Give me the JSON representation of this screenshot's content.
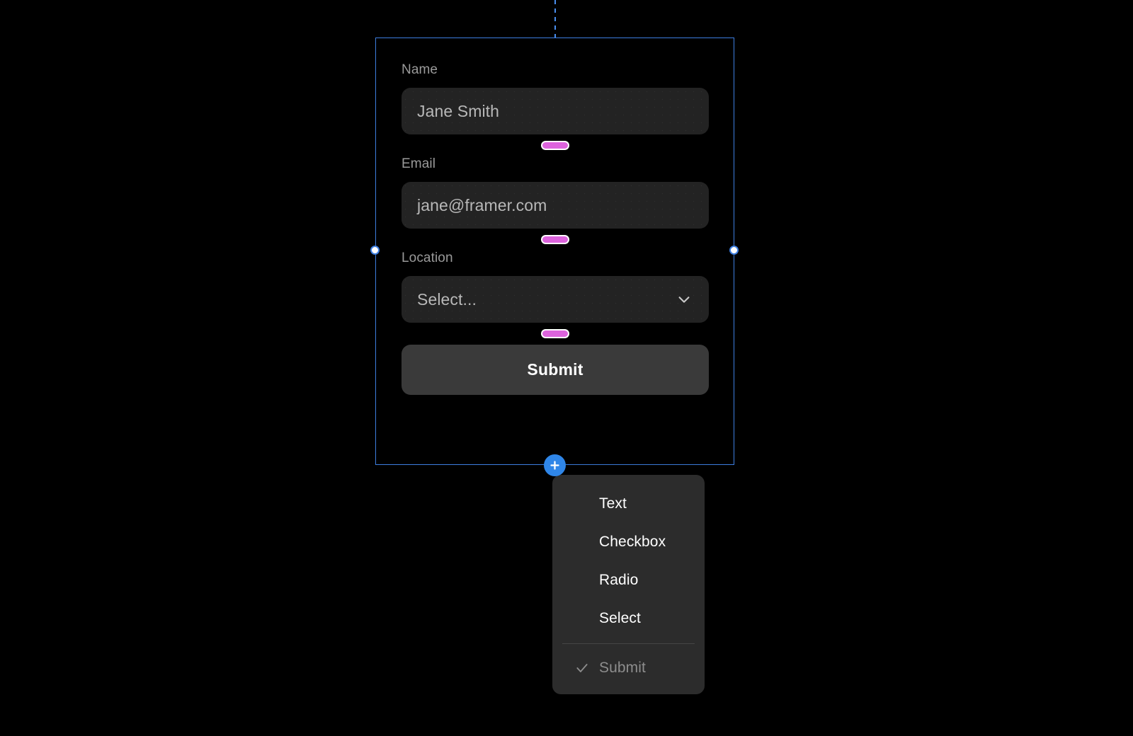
{
  "canvas": {
    "background": "#000000",
    "accent_blue": "#3d7ee0",
    "gap_indicator_color": "#dd63dd",
    "add_button_color": "#2f86e8"
  },
  "selection": {
    "frame_name": "form-frame",
    "handle_left_name": "resize-handle-left",
    "handle_right_name": "resize-handle-right"
  },
  "form": {
    "fields": [
      {
        "label": "Name",
        "value": "Jane Smith",
        "type": "text"
      },
      {
        "label": "Email",
        "value": "jane@framer.com",
        "type": "text"
      },
      {
        "label": "Location",
        "value": "Select...",
        "type": "select"
      }
    ],
    "submit_label": "Submit"
  },
  "add_menu": {
    "add_button_label": "+",
    "items": [
      {
        "label": "Text",
        "checked": false,
        "disabled": false
      },
      {
        "label": "Checkbox",
        "checked": false,
        "disabled": false
      },
      {
        "label": "Radio",
        "checked": false,
        "disabled": false
      },
      {
        "label": "Select",
        "checked": false,
        "disabled": false
      }
    ],
    "footer_item": {
      "label": "Submit",
      "checked": true,
      "disabled": true
    }
  }
}
